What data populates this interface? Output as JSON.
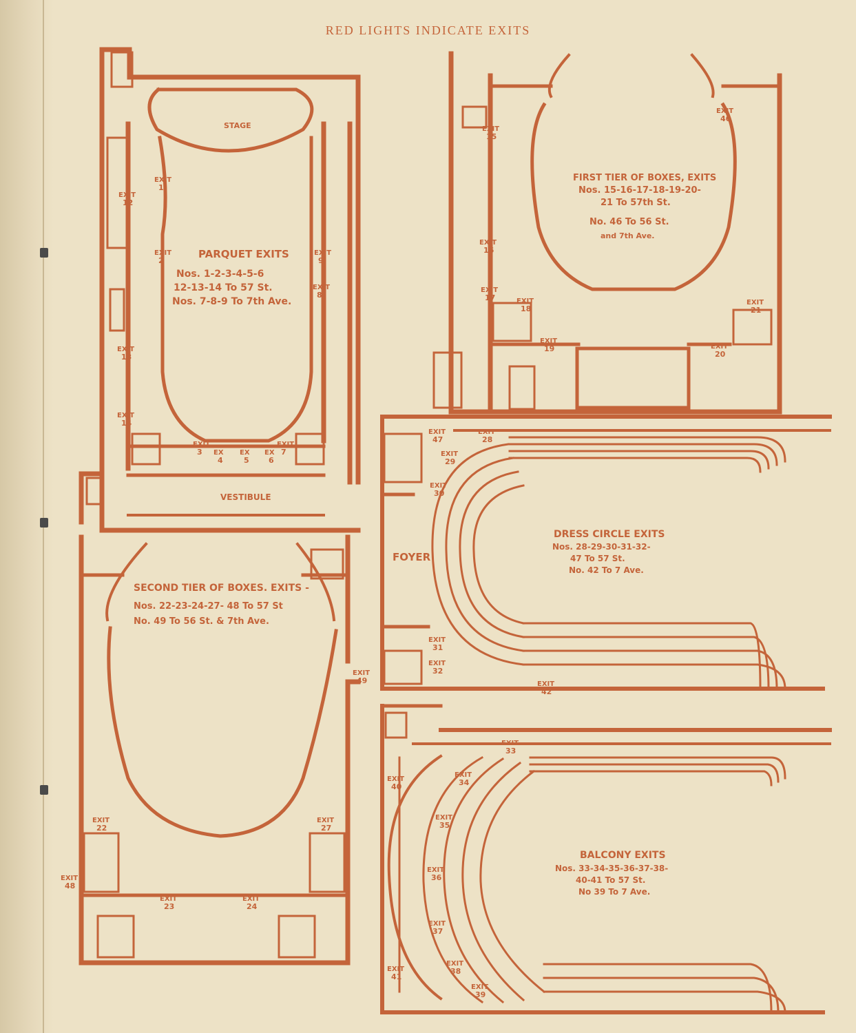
{
  "header": "RED LIGHTS INDICATE EXITS",
  "colors": {
    "ink": "#c4643a",
    "paper": "#ede2c6"
  },
  "parquet": {
    "title": "PARQUET EXITS",
    "line1": "Nos. 1-2-3-4-5-6",
    "line2": "12-13-14 To 57 St.",
    "line3": "Nos. 7-8-9 To 7th Ave.",
    "stage": "STAGE",
    "vestibule": "VESTIBULE"
  },
  "first_tier": {
    "title": "FIRST TIER OF BOXES, EXITS",
    "line1": "Nos. 15-16-17-18-19-20-",
    "line2": "21 To 57th St.",
    "line3": "No. 46 To 56 St.",
    "line4": "and 7th Ave."
  },
  "second_tier": {
    "title": "SECOND TIER OF BOXES. EXITS -",
    "line1": "Nos. 22-23-24-27- 48 To 57 St",
    "line2": "No. 49 To 56 St. & 7th Ave."
  },
  "dress_circle": {
    "title": "DRESS CIRCLE EXITS",
    "line1": "Nos. 28-29-30-31-32-",
    "line2": "47 To 57 St.",
    "line3": "No. 42 To 7 Ave.",
    "foyer": "FOYER"
  },
  "balcony": {
    "title": "BALCONY EXITS",
    "line1": "Nos. 33-34-35-36-37-38-",
    "line2": "40-41 To 57 St.",
    "line3": "No 39 To 7 Ave."
  },
  "exit_word": "EXIT",
  "ex_word": "EX",
  "exit_labels": [
    {
      "id": "1",
      "n": "1"
    },
    {
      "id": "2",
      "n": "2"
    },
    {
      "id": "3",
      "n": "3"
    },
    {
      "id": "4",
      "n": "4"
    },
    {
      "id": "5",
      "n": "5"
    },
    {
      "id": "6",
      "n": "6"
    },
    {
      "id": "7",
      "n": "7"
    },
    {
      "id": "8",
      "n": "8"
    },
    {
      "id": "9",
      "n": "9"
    },
    {
      "id": "12",
      "n": "12"
    },
    {
      "id": "13",
      "n": "13"
    },
    {
      "id": "14",
      "n": "14"
    },
    {
      "id": "15",
      "n": "15"
    },
    {
      "id": "16",
      "n": "16"
    },
    {
      "id": "17",
      "n": "17"
    },
    {
      "id": "18",
      "n": "18"
    },
    {
      "id": "19",
      "n": "19"
    },
    {
      "id": "20",
      "n": "20"
    },
    {
      "id": "21",
      "n": "21"
    },
    {
      "id": "22",
      "n": "22"
    },
    {
      "id": "23",
      "n": "23"
    },
    {
      "id": "24",
      "n": "24"
    },
    {
      "id": "27",
      "n": "27"
    },
    {
      "id": "28",
      "n": "28"
    },
    {
      "id": "29",
      "n": "29"
    },
    {
      "id": "30",
      "n": "30"
    },
    {
      "id": "31",
      "n": "31"
    },
    {
      "id": "32",
      "n": "32"
    },
    {
      "id": "33",
      "n": "33"
    },
    {
      "id": "34",
      "n": "34"
    },
    {
      "id": "35",
      "n": "35"
    },
    {
      "id": "36",
      "n": "36"
    },
    {
      "id": "37",
      "n": "37"
    },
    {
      "id": "38",
      "n": "38"
    },
    {
      "id": "39",
      "n": "39"
    },
    {
      "id": "40",
      "n": "40"
    },
    {
      "id": "41",
      "n": "41"
    },
    {
      "id": "42",
      "n": "42"
    },
    {
      "id": "46",
      "n": "46"
    },
    {
      "id": "47",
      "n": "47"
    },
    {
      "id": "48",
      "n": "48"
    },
    {
      "id": "49",
      "n": "49"
    }
  ]
}
